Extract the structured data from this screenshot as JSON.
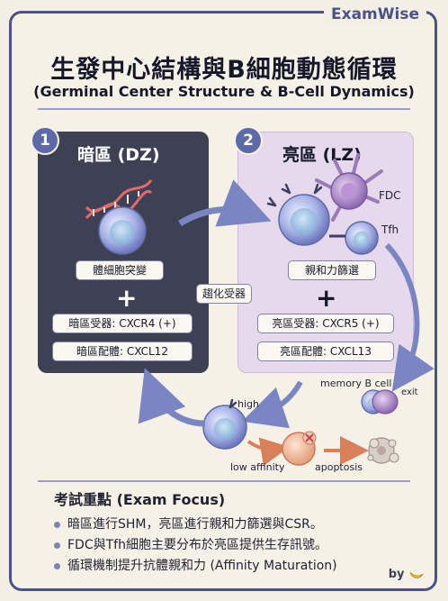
{
  "brand": "ExamWise",
  "title": "生發中心結構與B細胞動態循環",
  "subtitle": "(Germinal Center Structure & B-Cell Dynamics)",
  "dark_zone": {
    "number": "1",
    "title": "暗區 (DZ)",
    "process": "體細胞突變",
    "receptor": "暗區受器: CXCR4 (+)",
    "ligand": "暗區配體: CXCL12"
  },
  "light_zone": {
    "number": "2",
    "title": "亮區 (LZ)",
    "process": "親和力篩選",
    "receptor": "亮區受器: CXCR5 (+)",
    "ligand": "亮區配體: CXCL13",
    "fdc_label": "FDC",
    "tfh_label": "Tfh"
  },
  "plus_symbol": "+",
  "chemokine_label": "趨化受器",
  "cycle": {
    "memory_label": "memory B cell",
    "exit_label": "exit",
    "high_label": "high",
    "low_label": "low affinity",
    "apoptosis_label": "apoptosis"
  },
  "exam_focus": {
    "title": "考試重點 (Exam Focus)",
    "items": [
      "暗區進行SHM，亮區進行親和力篩選與CSR。",
      "FDC與Tfh細胞主要分布於亮區提供生存訊號。",
      "循環機制提升抗體親和力 (Affinity Maturation)"
    ]
  },
  "byline": "by",
  "colors": {
    "frame": "#4a5388",
    "dark_zone": "#3e4153",
    "light_zone": "#e6d9ec",
    "arrow": "#7a85c4",
    "apoptosis_arrow": "#d9805a"
  }
}
